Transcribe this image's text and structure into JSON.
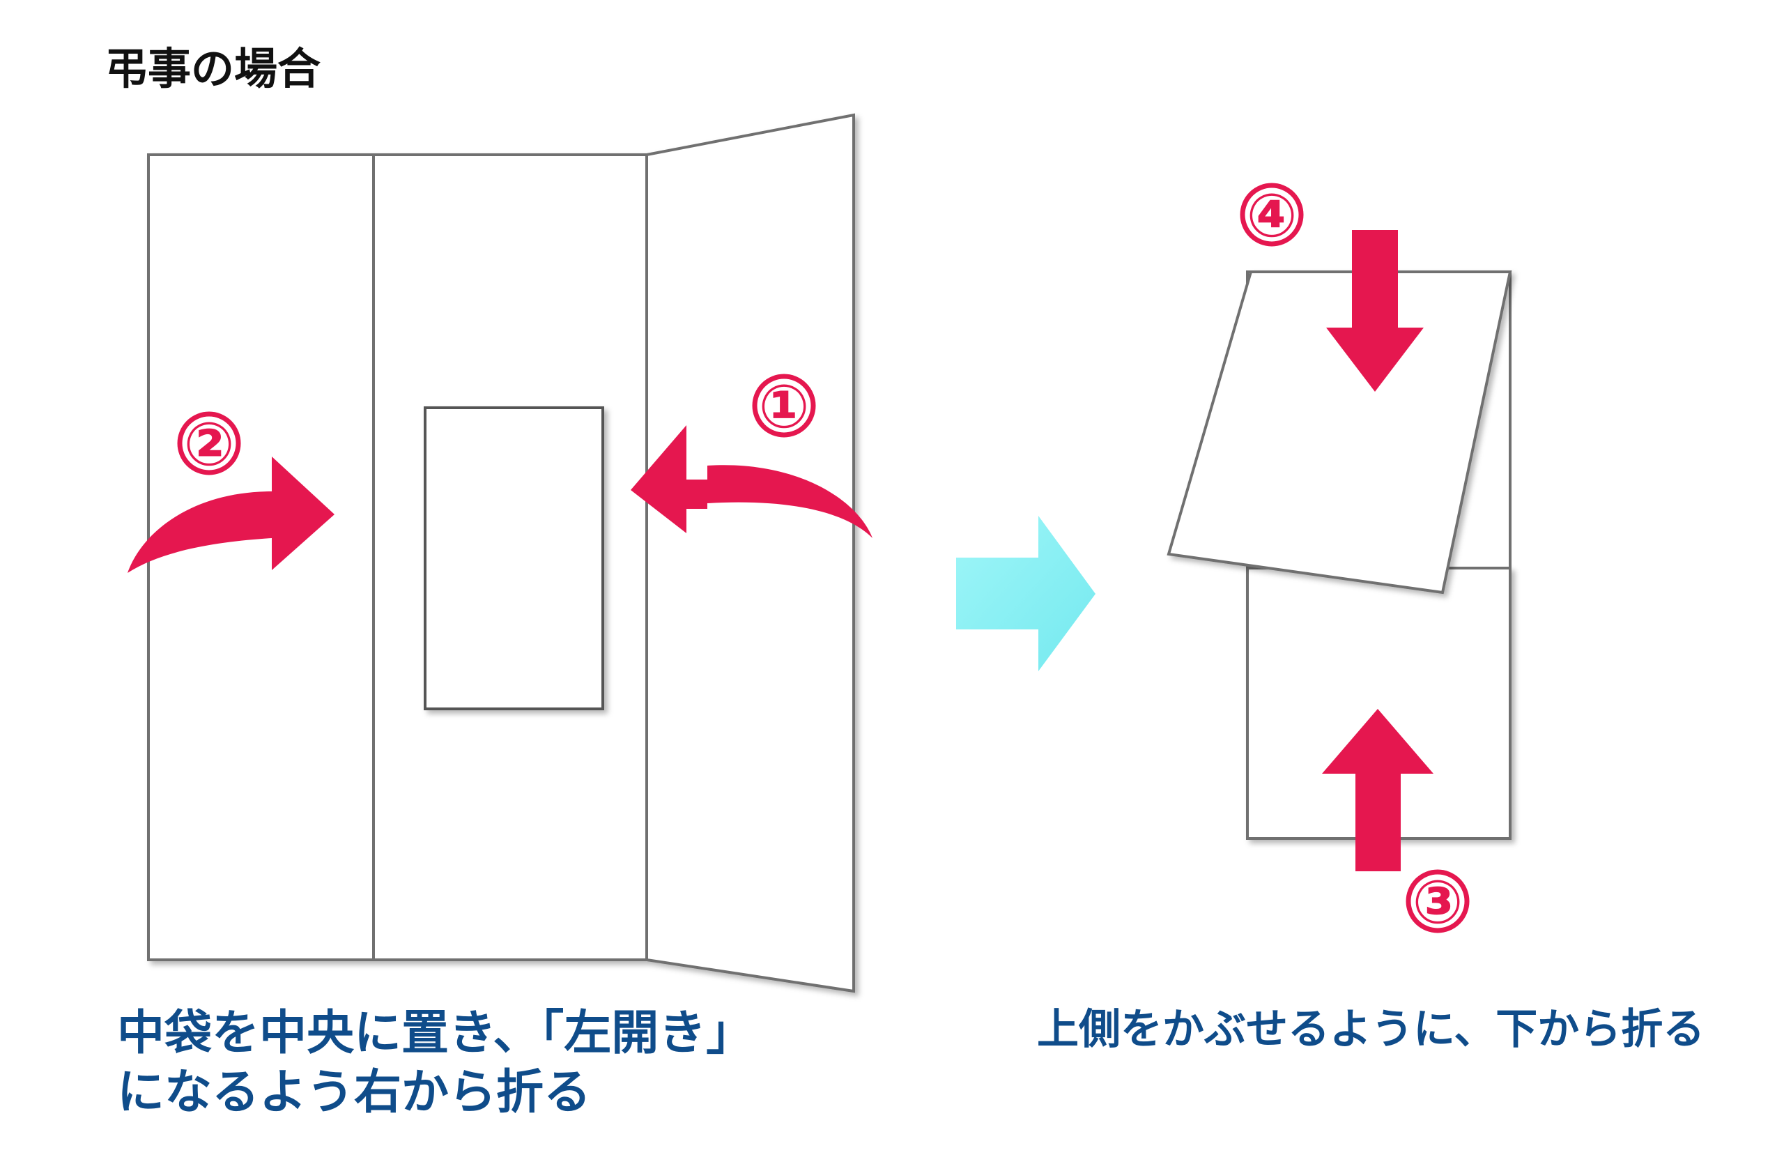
{
  "title": "弔事の場合",
  "steps": {
    "step1": "①",
    "step2": "②",
    "step3": "③",
    "step4": "④"
  },
  "captions": {
    "left_line1": "中袋を中央に置き、「左開き」",
    "left_line2": "になるよう右から折る",
    "right": "上側をかぶせるように、下から折る"
  },
  "colors": {
    "accent": "#e5174f",
    "caption": "#0f4c8a",
    "transition_arrow": "#8af0f4",
    "paper_stroke": "#707070"
  }
}
